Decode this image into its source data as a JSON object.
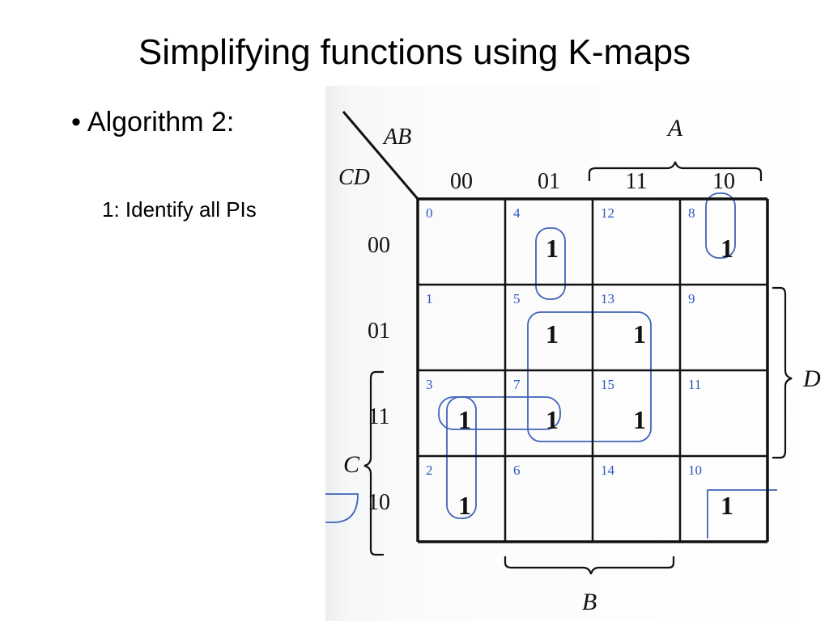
{
  "slide": {
    "title": "Simplifying functions using K-maps",
    "bullet": "Algorithm 2:",
    "step": "1: Identify all PIs"
  },
  "kmap": {
    "row_var": "CD",
    "col_var": "AB",
    "col_labels": [
      "00",
      "01",
      "11",
      "10"
    ],
    "row_labels": [
      "00",
      "01",
      "11",
      "10"
    ],
    "group_labels": {
      "A": "A",
      "B": "B",
      "C": "C",
      "D": "D"
    },
    "cells": [
      [
        {
          "idx": "0",
          "val": ""
        },
        {
          "idx": "4",
          "val": "1"
        },
        {
          "idx": "12",
          "val": ""
        },
        {
          "idx": "8",
          "val": "1"
        }
      ],
      [
        {
          "idx": "1",
          "val": ""
        },
        {
          "idx": "5",
          "val": "1"
        },
        {
          "idx": "13",
          "val": "1"
        },
        {
          "idx": "9",
          "val": ""
        }
      ],
      [
        {
          "idx": "3",
          "val": "1"
        },
        {
          "idx": "7",
          "val": "1"
        },
        {
          "idx": "15",
          "val": "1"
        },
        {
          "idx": "11",
          "val": ""
        }
      ],
      [
        {
          "idx": "2",
          "val": "1"
        },
        {
          "idx": "6",
          "val": ""
        },
        {
          "idx": "14",
          "val": ""
        },
        {
          "idx": "10",
          "val": "1"
        }
      ]
    ]
  },
  "colors": {
    "group_outline": "#3f63b8",
    "index_text": "#2b55c0",
    "grid": "#111111"
  }
}
